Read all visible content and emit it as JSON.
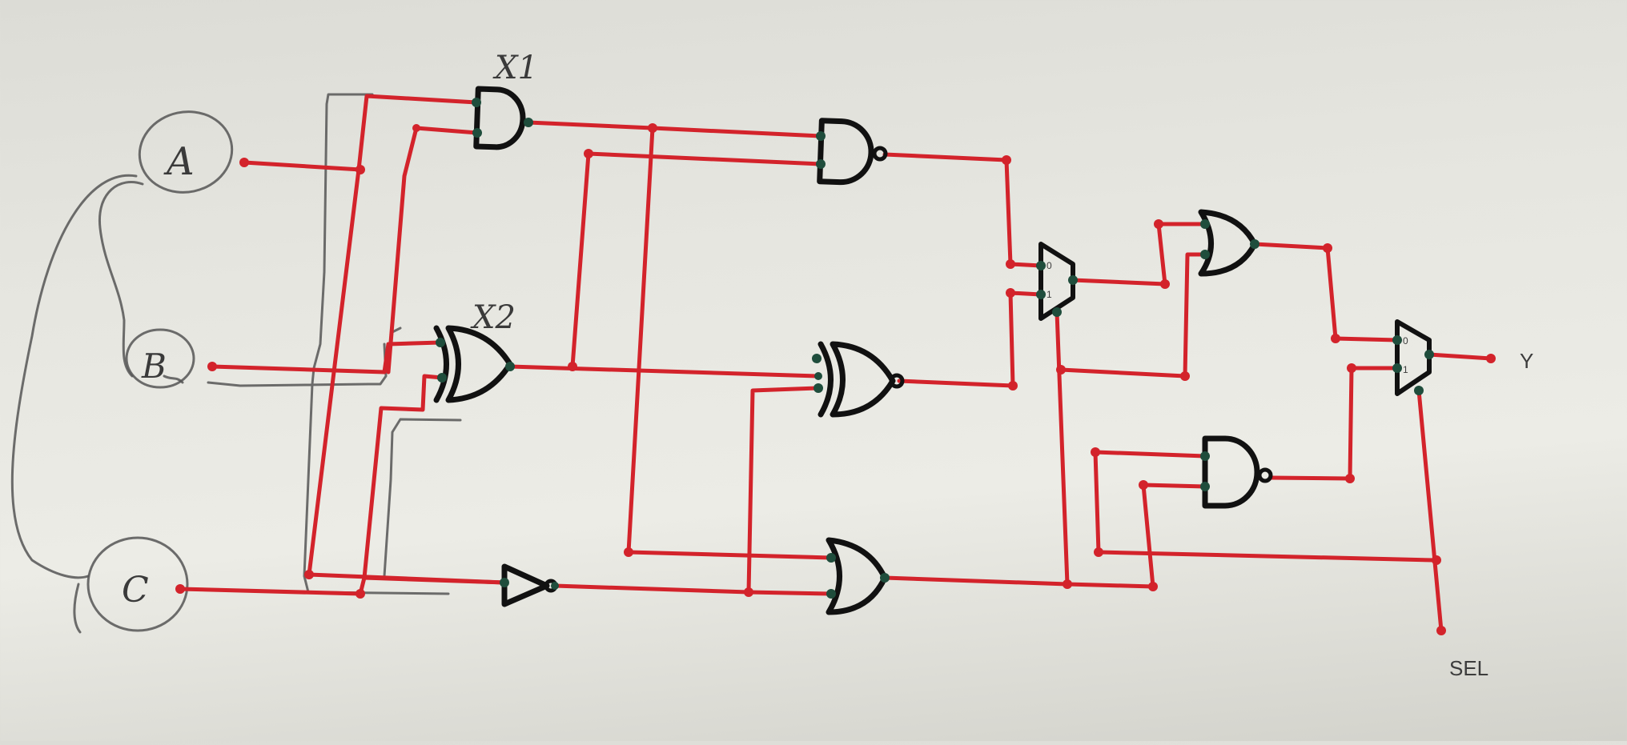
{
  "diagram": {
    "type": "logic-circuit",
    "inputs": [
      "A",
      "B",
      "C"
    ],
    "output": "Y",
    "select": "SEL",
    "gate_labels": {
      "x1": "X1",
      "x2": "X2"
    },
    "mux_pin_labels": {
      "zero": "0",
      "one": "1"
    },
    "gates": [
      "AND",
      "XOR",
      "NOT",
      "NAND",
      "XNOR",
      "OR",
      "MUX",
      "OR",
      "NAND",
      "MUX"
    ],
    "colors": {
      "wire": "#d3232b",
      "gate": "#111111",
      "pin": "#1f4d3c",
      "pencil": "#555555",
      "paper": "#e6e6e0"
    }
  }
}
